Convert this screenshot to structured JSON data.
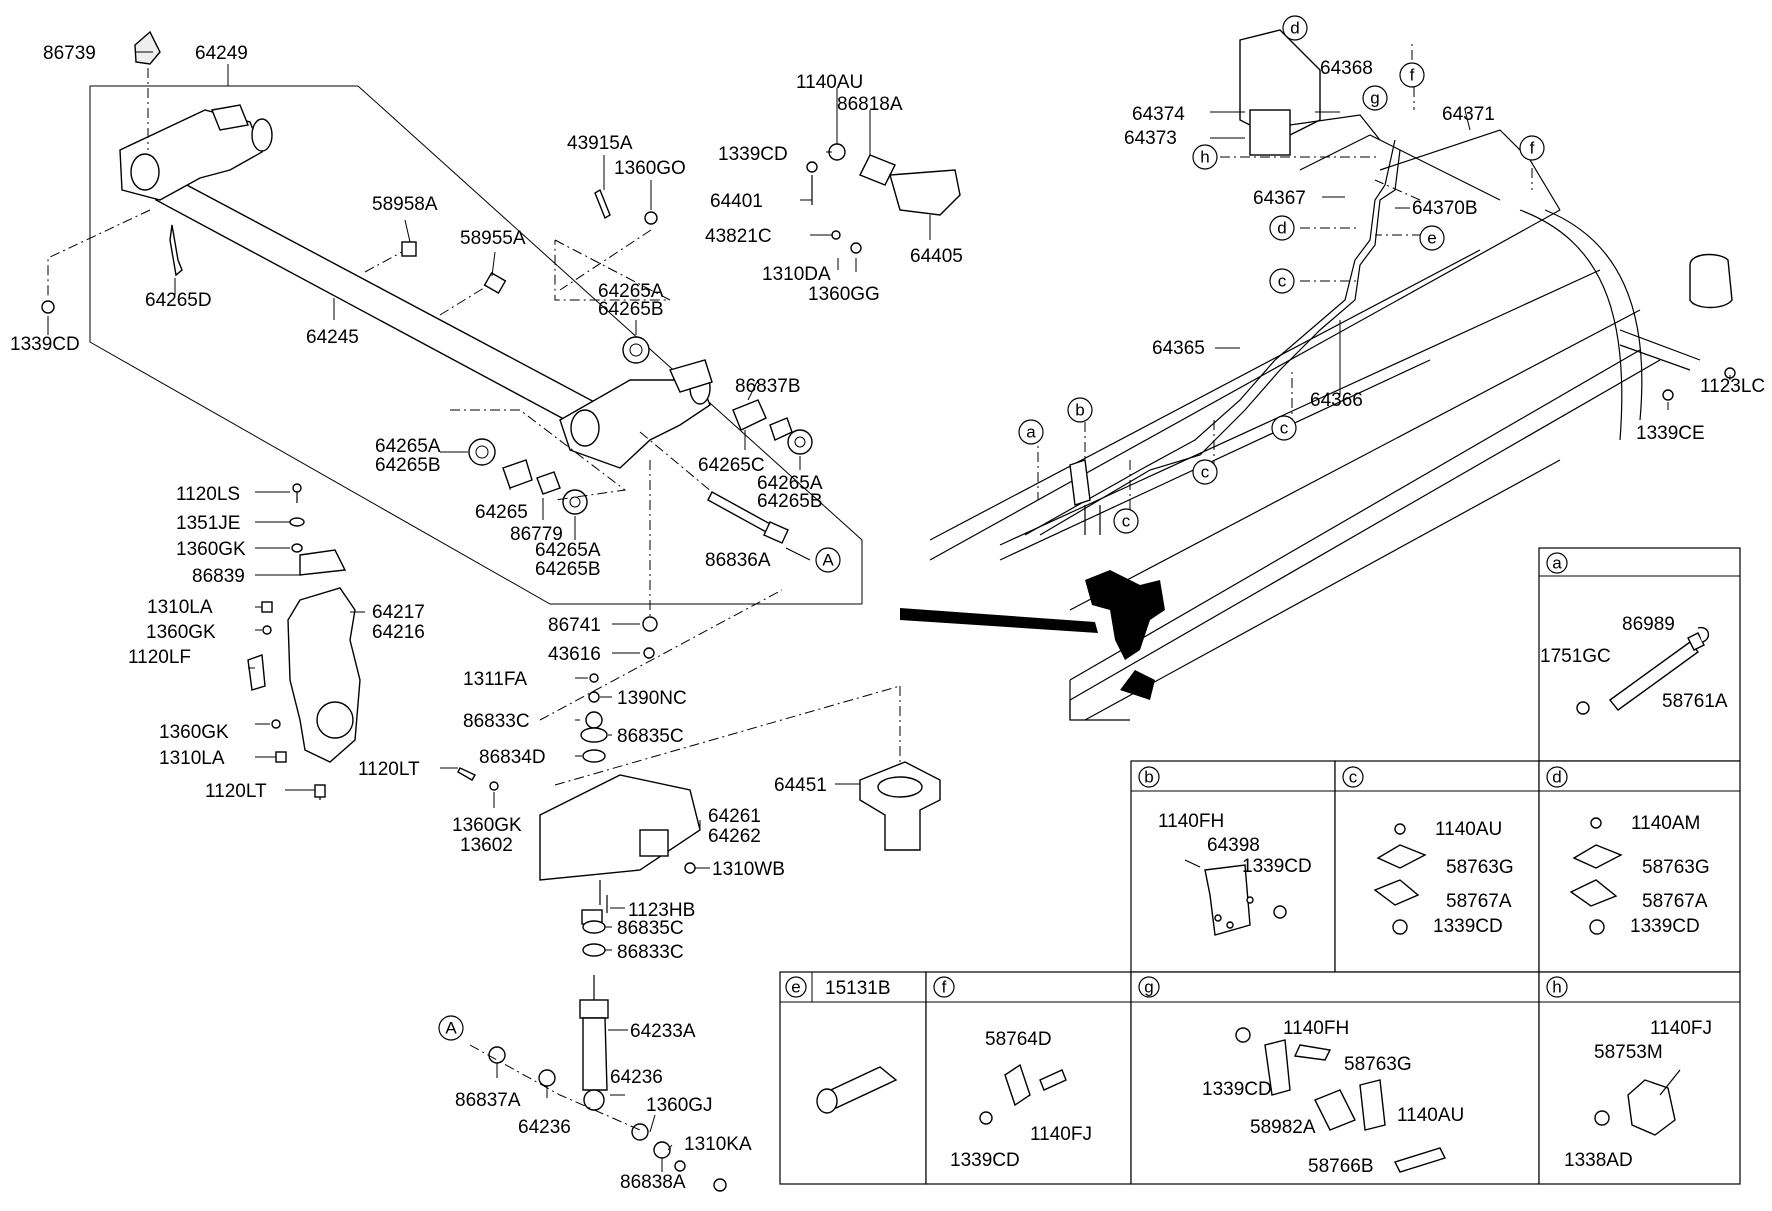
{
  "callout_labels": [
    {
      "id": "t1",
      "text": "86739"
    },
    {
      "id": "t2",
      "text": "64249"
    },
    {
      "id": "t3",
      "text": "1339CD"
    },
    {
      "id": "t4",
      "text": "64265D"
    },
    {
      "id": "t5",
      "text": "58958A"
    },
    {
      "id": "t6",
      "text": "58955A"
    },
    {
      "id": "t7",
      "text": "64245"
    },
    {
      "id": "t8",
      "text": "43915A"
    },
    {
      "id": "t9",
      "text": "1360GO"
    },
    {
      "id": "t10",
      "text": "1140AU"
    },
    {
      "id": "t11",
      "text": "86818A"
    },
    {
      "id": "t12",
      "text": "1339CD"
    },
    {
      "id": "t13",
      "text": "64401"
    },
    {
      "id": "t14",
      "text": "43821C"
    },
    {
      "id": "t15",
      "text": "1310DA"
    },
    {
      "id": "t16",
      "text": "1360GG"
    },
    {
      "id": "t17",
      "text": "64405"
    },
    {
      "id": "t18",
      "text": "64265A"
    },
    {
      "id": "t19",
      "text": "64265B"
    },
    {
      "id": "t20",
      "text": "86837B"
    },
    {
      "id": "t21",
      "text": "64265A"
    },
    {
      "id": "t22",
      "text": "64265B"
    },
    {
      "id": "t23",
      "text": "64265C"
    },
    {
      "id": "t24",
      "text": "64265A"
    },
    {
      "id": "t25",
      "text": "64265B"
    },
    {
      "id": "t26",
      "text": "64265"
    },
    {
      "id": "t27",
      "text": "86779"
    },
    {
      "id": "t28",
      "text": "64265A"
    },
    {
      "id": "t29",
      "text": "64265B"
    },
    {
      "id": "t30",
      "text": "86836A"
    },
    {
      "id": "t31",
      "text": "1120LS"
    },
    {
      "id": "t32",
      "text": "1351JE"
    },
    {
      "id": "t33",
      "text": "1360GK"
    },
    {
      "id": "t34",
      "text": "86839"
    },
    {
      "id": "t35",
      "text": "1310LA"
    },
    {
      "id": "t36",
      "text": "64217"
    },
    {
      "id": "t37",
      "text": "64216"
    },
    {
      "id": "t38",
      "text": "1360GK"
    },
    {
      "id": "t39",
      "text": "1120LF"
    },
    {
      "id": "t40",
      "text": "1360GK"
    },
    {
      "id": "t41",
      "text": "1310LA"
    },
    {
      "id": "t42",
      "text": "1120LT"
    },
    {
      "id": "t43",
      "text": "86741"
    },
    {
      "id": "t44",
      "text": "43616"
    },
    {
      "id": "t45",
      "text": "1311FA"
    },
    {
      "id": "t46",
      "text": "1390NC"
    },
    {
      "id": "t47",
      "text": "86833C"
    },
    {
      "id": "t48",
      "text": "86835C"
    },
    {
      "id": "t49",
      "text": "86834D"
    },
    {
      "id": "t50",
      "text": "1120LT"
    },
    {
      "id": "t51",
      "text": "64451"
    },
    {
      "id": "t52",
      "text": "1360GK"
    },
    {
      "id": "t53",
      "text": "13602"
    },
    {
      "id": "t54",
      "text": "64261"
    },
    {
      "id": "t55",
      "text": "64262"
    },
    {
      "id": "t56",
      "text": "1310WB"
    },
    {
      "id": "t57",
      "text": "1123HB"
    },
    {
      "id": "t58",
      "text": "86835C"
    },
    {
      "id": "t59",
      "text": "86833C"
    },
    {
      "id": "t60",
      "text": "64233A"
    },
    {
      "id": "t61",
      "text": "64236"
    },
    {
      "id": "t62",
      "text": "86837A"
    },
    {
      "id": "t63",
      "text": "64236"
    },
    {
      "id": "t64",
      "text": "1360GJ"
    },
    {
      "id": "t65",
      "text": "1310KA"
    },
    {
      "id": "t66",
      "text": "86838A"
    },
    {
      "id": "t67",
      "text": "64368"
    },
    {
      "id": "t68",
      "text": "64374"
    },
    {
      "id": "t69",
      "text": "64373"
    },
    {
      "id": "t70",
      "text": "64371"
    },
    {
      "id": "t71",
      "text": "64367"
    },
    {
      "id": "t72",
      "text": "64370B"
    },
    {
      "id": "t73",
      "text": "64365"
    },
    {
      "id": "t74",
      "text": "64366"
    },
    {
      "id": "t75",
      "text": "1123LC"
    },
    {
      "id": "t76",
      "text": "1339CE"
    }
  ],
  "circle_letters": [
    {
      "id": "c1",
      "text": "d"
    },
    {
      "id": "c2",
      "text": "f"
    },
    {
      "id": "c3",
      "text": "g"
    },
    {
      "id": "c4",
      "text": "h"
    },
    {
      "id": "c5",
      "text": "f"
    },
    {
      "id": "c6",
      "text": "d"
    },
    {
      "id": "c7",
      "text": "e"
    },
    {
      "id": "c8",
      "text": "c"
    },
    {
      "id": "c9",
      "text": "a"
    },
    {
      "id": "c10",
      "text": "b"
    },
    {
      "id": "c11",
      "text": "c"
    },
    {
      "id": "c12",
      "text": "c"
    },
    {
      "id": "c13",
      "text": "c"
    },
    {
      "id": "c14",
      "text": "A"
    },
    {
      "id": "c15",
      "text": "A"
    }
  ],
  "detail_panels": [
    {
      "id": "a",
      "letter": "a",
      "code": "",
      "labels": [
        "86989",
        "1751GC",
        "58761A"
      ]
    },
    {
      "id": "b",
      "letter": "b",
      "code": "",
      "labels": [
        "1140FH",
        "64398",
        "1339CD"
      ]
    },
    {
      "id": "c",
      "letter": "c",
      "code": "",
      "labels": [
        "1140AU",
        "58763G",
        "58767A",
        "1339CD"
      ]
    },
    {
      "id": "d",
      "letter": "d",
      "code": "",
      "labels": [
        "1140AM",
        "58763G",
        "58767A",
        "1339CD"
      ]
    },
    {
      "id": "e",
      "letter": "e",
      "code": "15131B",
      "labels": []
    },
    {
      "id": "f",
      "letter": "f",
      "code": "",
      "labels": [
        "58764D",
        "1140FJ",
        "1339CD"
      ]
    },
    {
      "id": "g",
      "letter": "g",
      "code": "",
      "labels": [
        "1339CD",
        "1140FH",
        "58763G",
        "58982A",
        "1140AU",
        "58766B"
      ]
    },
    {
      "id": "h",
      "letter": "h",
      "code": "",
      "labels": [
        "1140FJ",
        "58753M",
        "1338AD"
      ]
    }
  ]
}
